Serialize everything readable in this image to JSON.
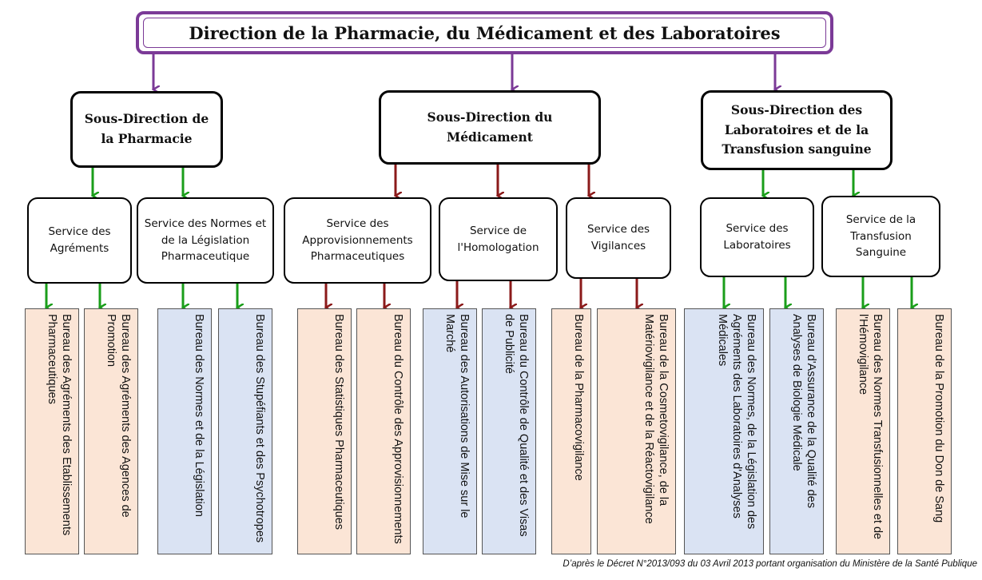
{
  "title": "Direction de la Pharmacie, du Médicament et des Laboratoires",
  "colors": {
    "top_border": "#7B3A97",
    "green_arrow": "#1A9E1A",
    "red_arrow": "#8B1A1A",
    "purple_arrow": "#7B3A97",
    "peach": "#FBE5D6",
    "blue": "#DAE3F3"
  },
  "sous_directions": [
    {
      "label": "Sous-Direction de la Pharmacie"
    },
    {
      "label": "Sous-Direction du Médicament"
    },
    {
      "label": "Sous-Direction des Laboratoires et de la Transfusion sanguine"
    }
  ],
  "services": [
    {
      "label": "Service des Agréments"
    },
    {
      "label": "Service des Normes et de la Législation Pharmaceutique"
    },
    {
      "label": "Service des Approvisionnements Pharmaceutiques"
    },
    {
      "label": "Service de l'Homologation"
    },
    {
      "label": "Service des Vigilances"
    },
    {
      "label": "Service des Laboratoires"
    },
    {
      "label": "Service de la Transfusion Sanguine"
    }
  ],
  "bureaux": [
    {
      "label": "Bureau des Agréments des Etablissements Pharmaceutiques",
      "color": "peach"
    },
    {
      "label": "Bureau des Agréments des Agences de Promotion",
      "color": "peach"
    },
    {
      "label": "Bureau des Normes et de la Législation",
      "color": "blue"
    },
    {
      "label": "Bureau des Stupéfiants et des Psychotropes",
      "color": "blue"
    },
    {
      "label": "Bureau des Statistiques Pharmaceutiques",
      "color": "peach"
    },
    {
      "label": "Bureau du Contrôle des Approvisionnements",
      "color": "peach"
    },
    {
      "label": "Bureau des Autorisations de Mise sur le Marché",
      "color": "blue"
    },
    {
      "label": "Bureau du Contrôle de Qualité et des Visas de Publicité",
      "color": "blue"
    },
    {
      "label": "Bureau de la Pharmacovigilance",
      "color": "peach"
    },
    {
      "label": "Bureau de la Cosmetovigilance, de la Matériovigilance et de la Réactovigilance",
      "color": "peach"
    },
    {
      "label": "Bureau des Normes, de la Législation des Agréments des Laboratoires d'Analyses Médicales",
      "color": "blue"
    },
    {
      "label": "Bureau d'Assurance de la Qualité des Analyses de Biologie Médicale",
      "color": "blue"
    },
    {
      "label": "Bureau des Normes Transfusionnelles et de l'Hémovigilance",
      "color": "peach"
    },
    {
      "label": "Bureau de la Promotion du Don de Sang",
      "color": "peach"
    }
  ],
  "footnote": "D’après le Décret N°2013/093 du 03 Avril 2013 portant organisation du Ministère de la Santé Publique"
}
